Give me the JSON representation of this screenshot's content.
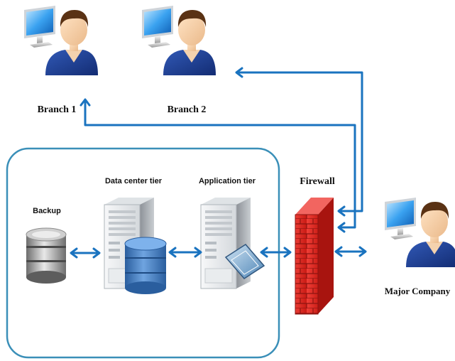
{
  "labels": {
    "branch1": "Branch 1",
    "branch2": "Branch 2",
    "major_company": "Major Company",
    "firewall": "Firewall",
    "backup": "Backup",
    "data_center_tier": "Data center tier",
    "application_tier": "Application tier"
  },
  "colors": {
    "arrow": "#1a73bf",
    "datacenter_border": "#3a8fb8",
    "firewall": "#e62a22",
    "monitor": "#2e8fe0",
    "shirt": "#1d3e96",
    "database": "#3f78c0",
    "server": "#e6e9ec"
  },
  "icons": {
    "branch1": "user-computer-icon",
    "branch2": "user-computer-icon",
    "major_company": "user-computer-icon",
    "firewall": "firewall-brick-wall-icon",
    "backup": "database-icon",
    "data_center": "server-with-database-icon",
    "application": "server-with-document-icon"
  }
}
